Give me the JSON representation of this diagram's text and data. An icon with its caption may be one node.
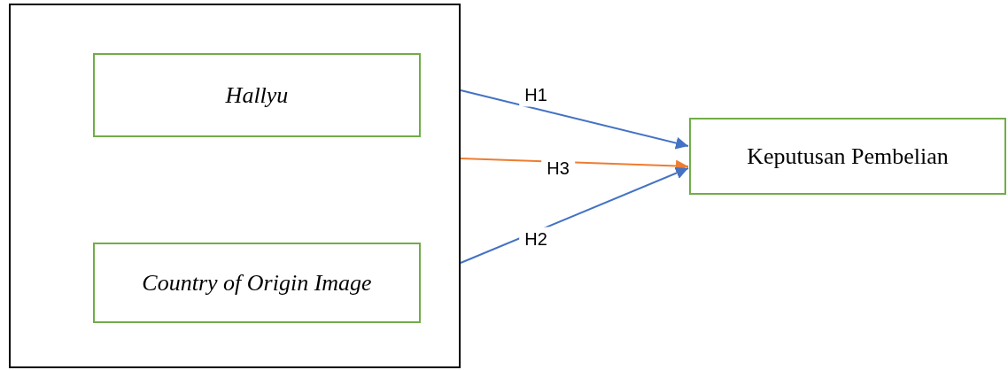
{
  "diagram": {
    "nodes": [
      {
        "text": [],
        "shape": "box"
      },
      {
        "text": [
          "Hallyu"
        ],
        "in": 0
      },
      {
        "text": [
          "Country of Origin Image"
        ],
        "in": 0
      },
      {
        "text": [
          "Keputusan Pembelian"
        ]
      }
    ],
    "edges": [
      {
        "from": 0,
        "to": 3,
        "arrow": "to",
        "label": "H1"
      },
      {
        "from": 0,
        "to": 3,
        "arrow": "to",
        "label": "H3",
        "color": "#ed7d31"
      },
      {
        "from": 0,
        "to": 3,
        "arrow": "to",
        "label": "H2"
      }
    ]
  }
}
